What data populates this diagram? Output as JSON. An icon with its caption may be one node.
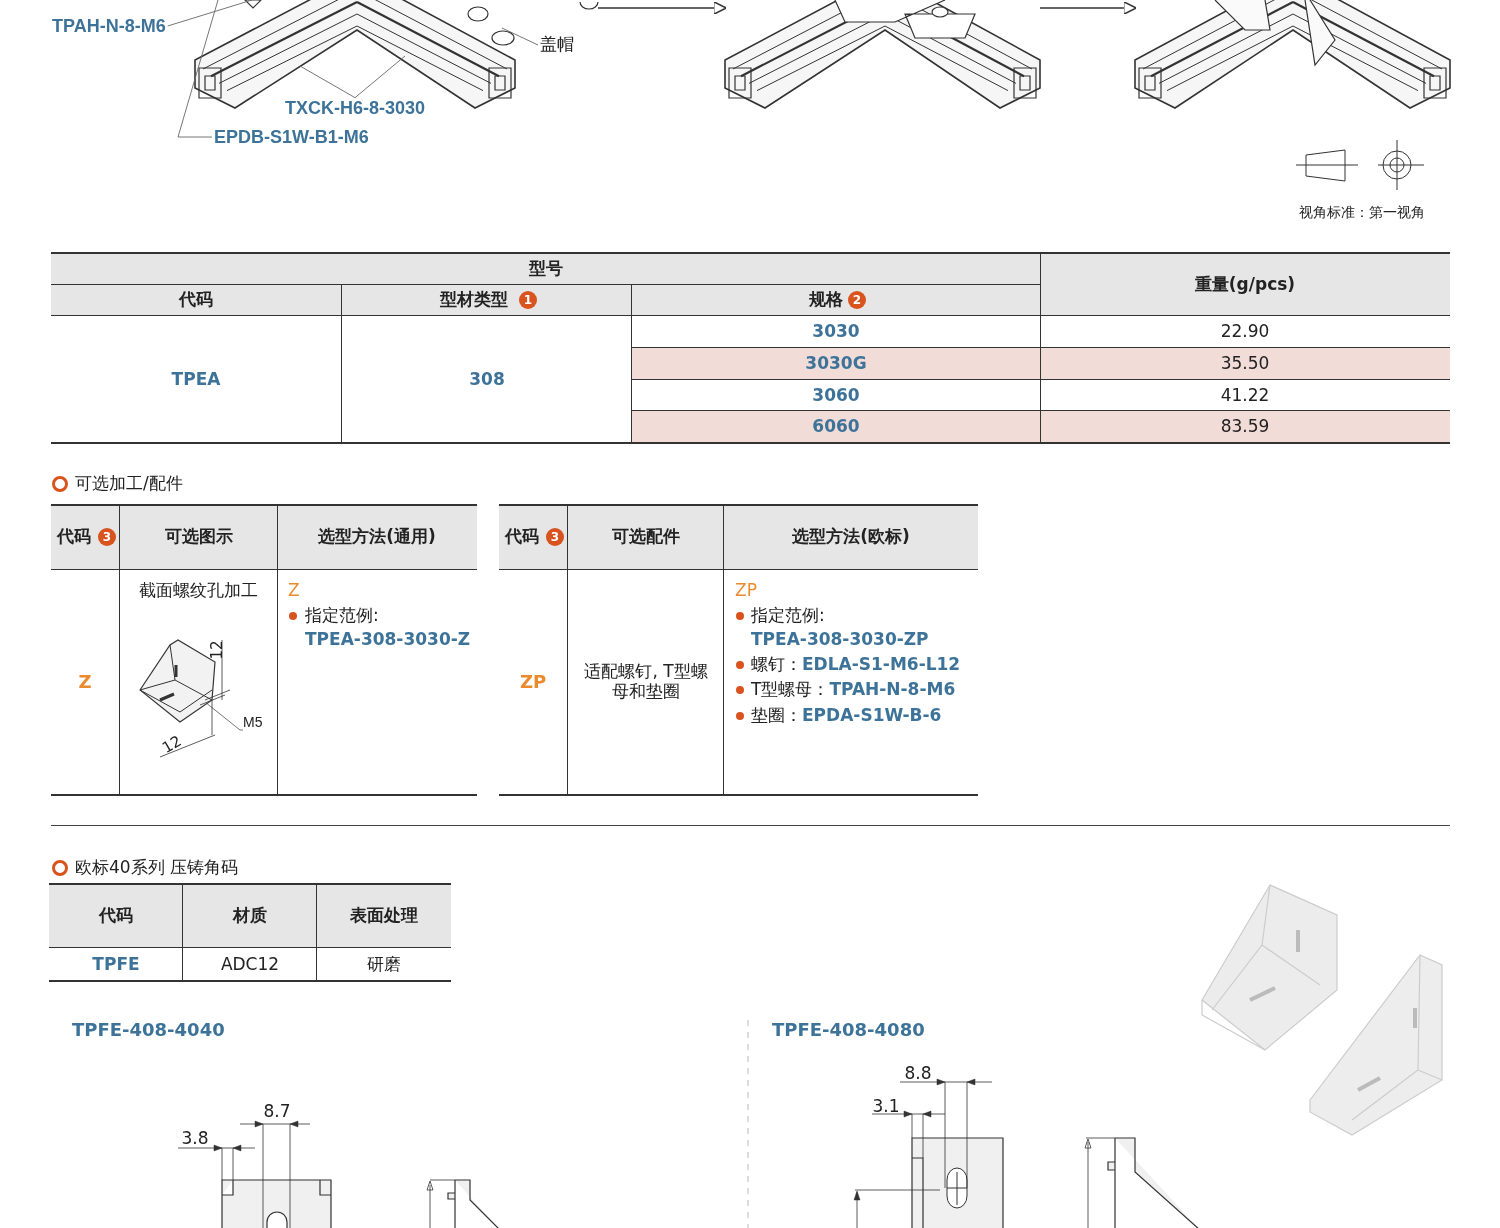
{
  "diagram": {
    "nodes": [
      {
        "text": [
          "TPAH-N-8-M6"
        ]
      },
      {
        "text": [
          "盖帽"
        ]
      },
      {
        "text": [
          "TXCK-H6-8-3030"
        ]
      },
      {
        "text": [
          "EPDB-S1W-B1-M6"
        ]
      },
      {
        "text": [
          "M5"
        ]
      },
      {
        "text": [],
        "shape": "picture"
      },
      {
        "text": [],
        "shape": "picture"
      },
      {
        "text": [],
        "shape": "picture"
      }
    ],
    "edges": [
      {
        "from": 0,
        "to": 5,
        "arrow": "none"
      },
      {
        "from": 1,
        "to": 5,
        "arrow": "none"
      },
      {
        "from": 2,
        "to": 5,
        "arrow": "none"
      },
      {
        "from": 2,
        "to": 5,
        "arrow": "none"
      },
      {
        "from": 3,
        "to": 5,
        "arrow": "none"
      },
      {
        "from": 4,
        "to": null,
        "arrow": "none"
      },
      {
        "from": 5,
        "to": 6,
        "arrow": "to"
      },
      {
        "from": 6,
        "to": 7,
        "arrow": "to"
      }
    ],
    "labels": [
      "视角标准：第一视角",
      "型号",
      "重量(g/pcs)",
      "代码",
      "型材类型",
      "1",
      "规格",
      "2",
      "TPEA",
      "308",
      "3030",
      "22.90",
      "3030G",
      "35.50",
      "3060",
      "41.22",
      "6060",
      "83.59",
      "可选加工/配件",
      "代码",
      "3",
      "可选图示",
      "选型方法(通用)",
      "代码",
      "3",
      "可选配件",
      "选型方法(欧标)",
      "Z",
      "截面螺纹孔加工",
      "12",
      "12",
      "Z",
      "指定范例:",
      "TPEA-308-3030-Z",
      "ZP",
      "适配螺钉, T型螺母和垫圈",
      "ZP",
      "指定范例:",
      "TPEA-308-3030-ZP",
      "螺钉：",
      "EDLA-S1-M6-L12",
      "T型螺母：",
      "TPAH-N-8-M6",
      "垫圈：",
      "EPDA-S1W-B-6",
      "欧标40系列 压铸角码",
      "代码",
      "材质",
      "表面处理",
      "TPFE",
      "ADC12",
      "研磨",
      "TPFE-408-4040",
      "8.7",
      "3.8",
      "TPFE-408-4080",
      "8.8",
      "3.1"
    ]
  }
}
